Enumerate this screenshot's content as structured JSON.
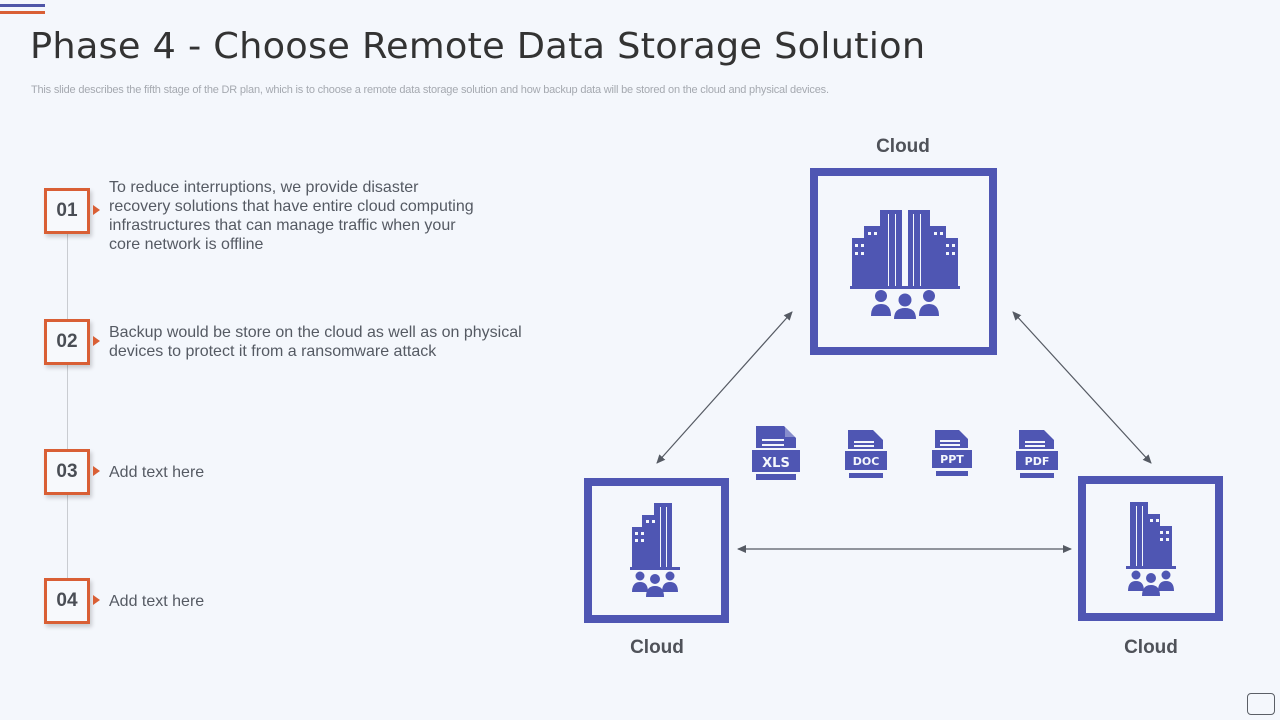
{
  "slide": {
    "title": "Phase 4 - Choose Remote Data Storage Solution",
    "subtitle": "This slide describes the fifth stage of the DR plan, which is to choose a remote data storage solution and how backup data will be stored on the cloud and physical devices."
  },
  "colors": {
    "accent_blue": "#4f56b3",
    "accent_orange": "#d95f35",
    "background": "#f4f7fc"
  },
  "steps": [
    {
      "number": "01",
      "text": "To reduce interruptions, we provide disaster recovery solutions that have entire cloud computing infrastructures that can manage traffic when your core network is offline"
    },
    {
      "number": "02",
      "text": "Backup would be store on the cloud as well as on physical devices to protect it from a ransomware attack"
    },
    {
      "number": "03",
      "text": "Add text here"
    },
    {
      "number": "04",
      "text": "Add text here"
    }
  ],
  "diagram": {
    "nodes": [
      {
        "label": "Cloud",
        "icon": "office-buildings-team-icon"
      },
      {
        "label": "Cloud",
        "icon": "office-buildings-team-icon"
      },
      {
        "label": "Cloud",
        "icon": "office-buildings-team-icon"
      }
    ],
    "files": [
      {
        "label": "XLS",
        "icon": "xls-file-icon"
      },
      {
        "label": "DOC",
        "icon": "doc-file-icon"
      },
      {
        "label": "PPT",
        "icon": "ppt-file-icon"
      },
      {
        "label": "PDF",
        "icon": "pdf-file-icon"
      }
    ],
    "connections": [
      {
        "from": "top-cloud",
        "to": "left-cloud",
        "type": "bidirectional-arrow"
      },
      {
        "from": "top-cloud",
        "to": "right-cloud",
        "type": "bidirectional-arrow"
      },
      {
        "from": "left-cloud",
        "to": "right-cloud",
        "type": "bidirectional-arrow"
      }
    ]
  }
}
